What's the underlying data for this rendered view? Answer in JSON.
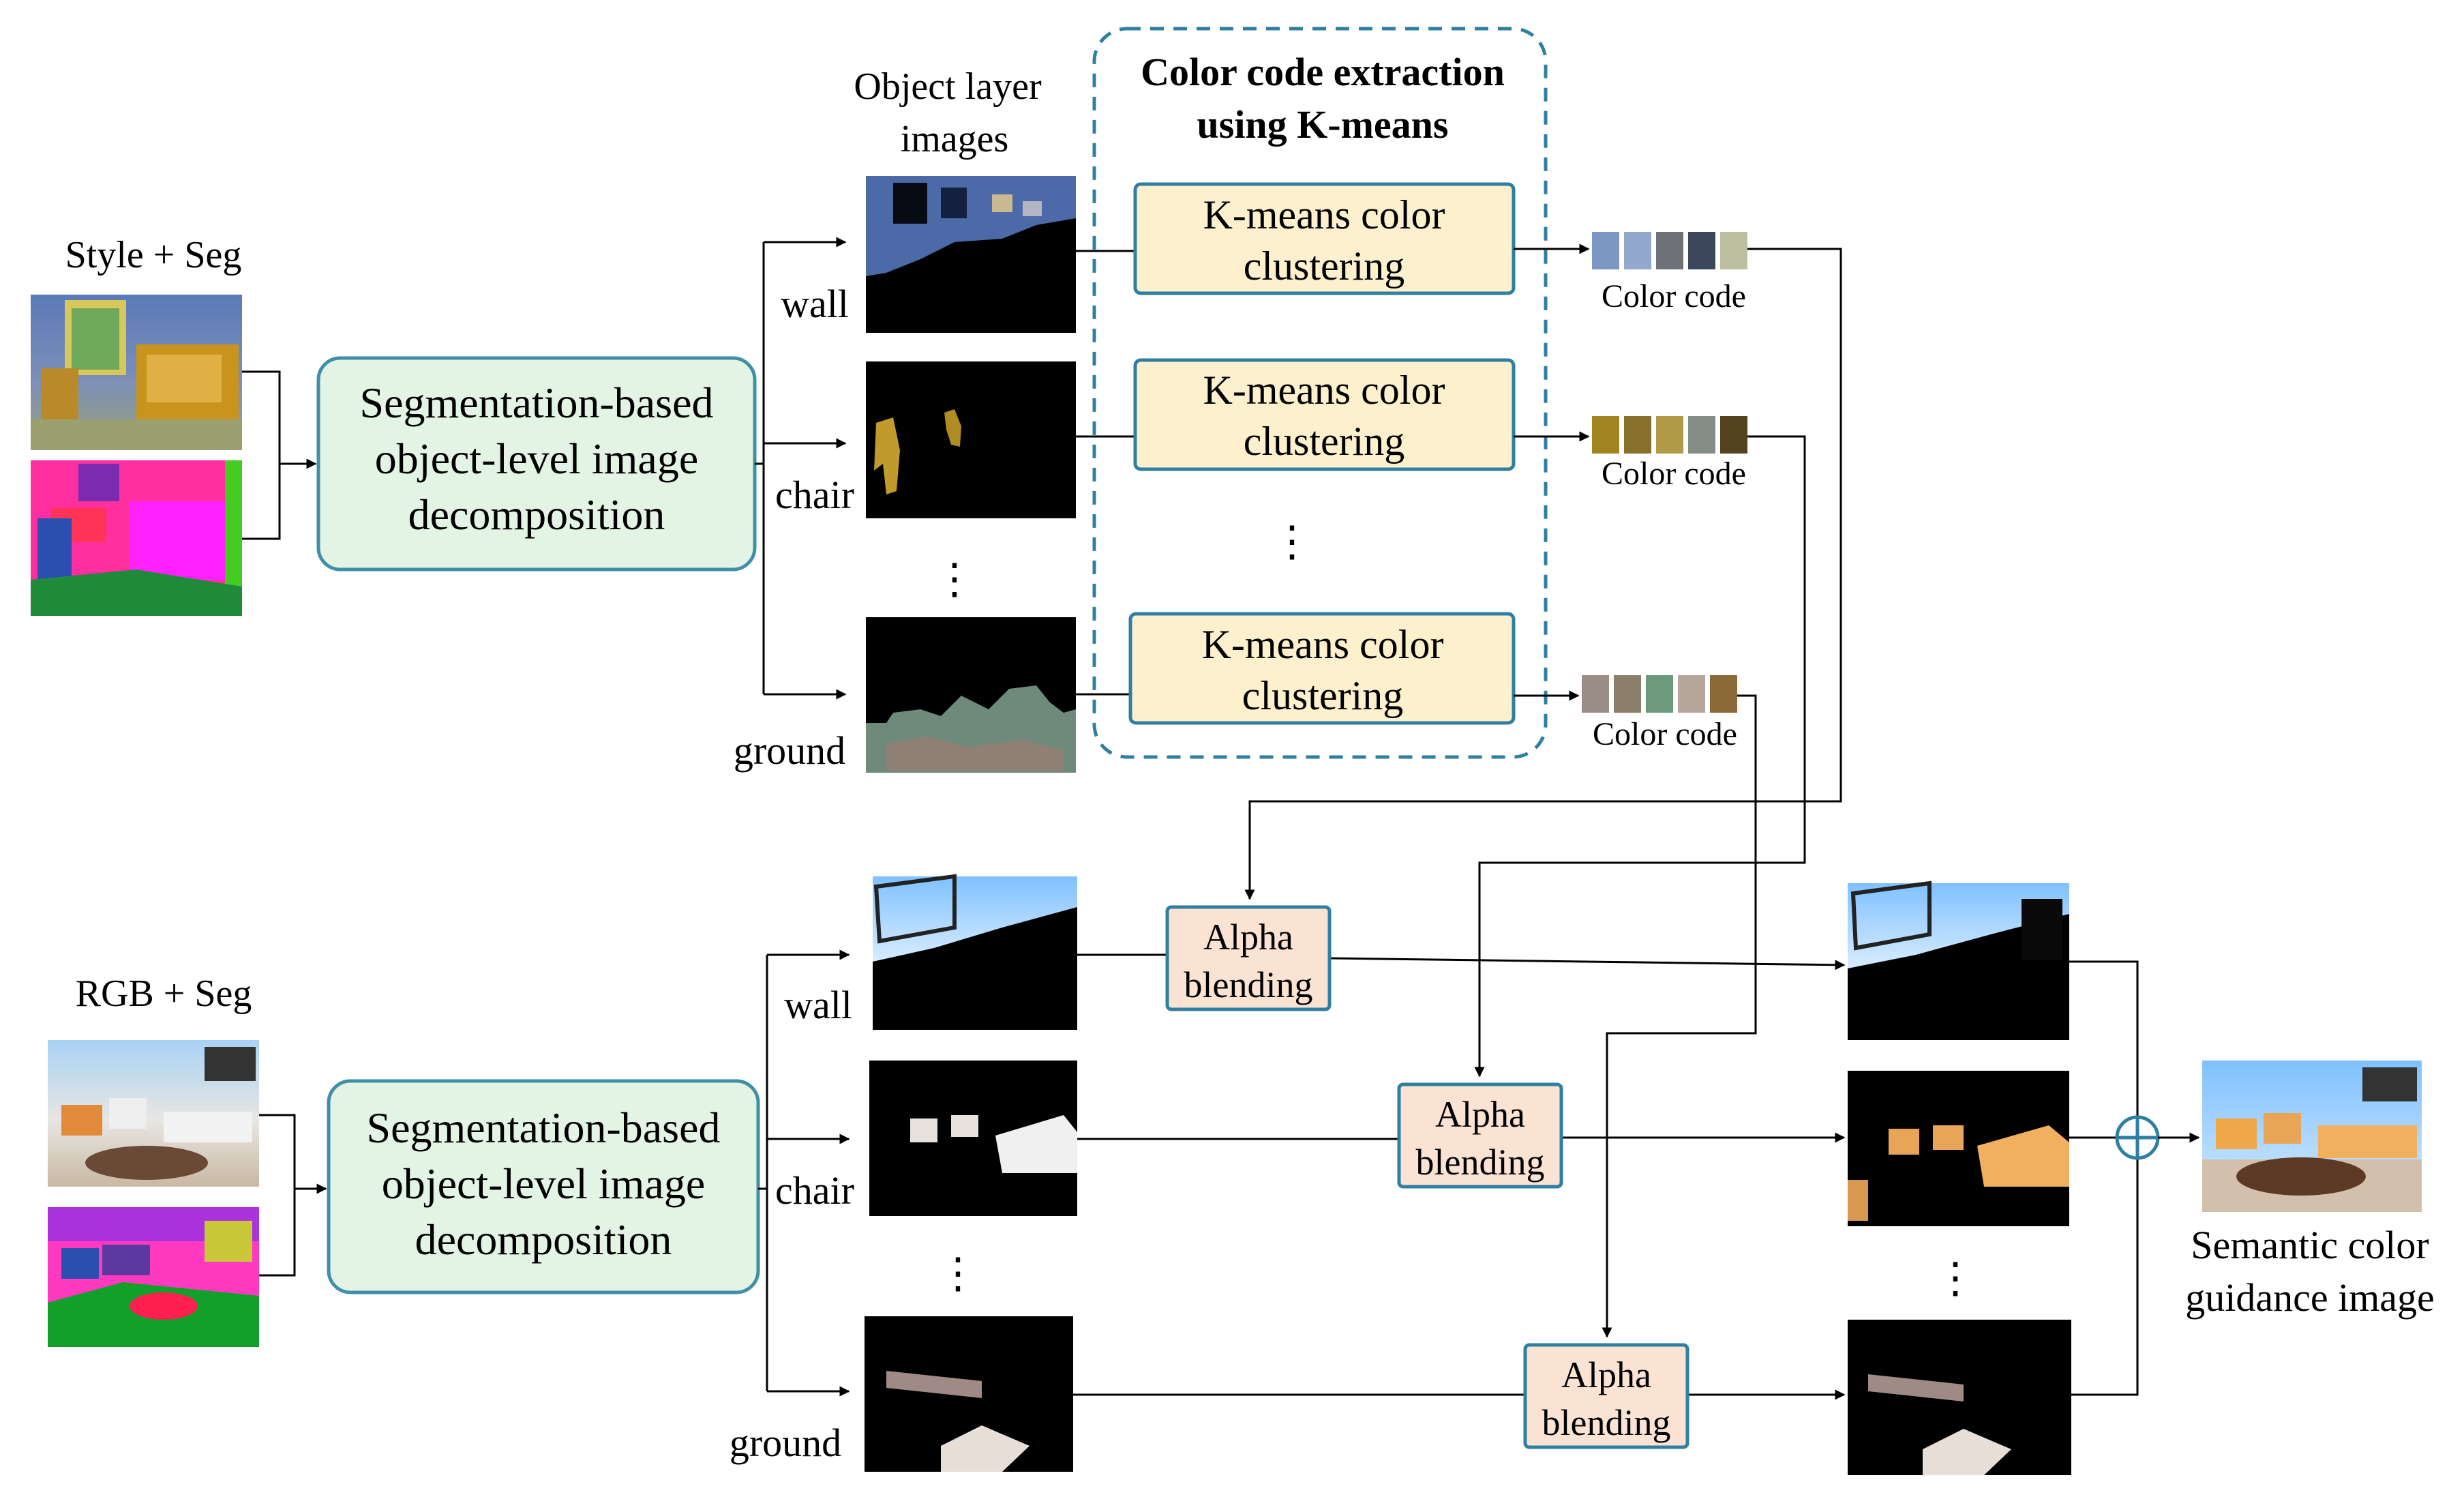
{
  "colors": {
    "decomp_fill": "#e3f3e4",
    "decomp_stroke": "#3f8fa8",
    "kmeans_fill": "#fdf0cc",
    "kmeans_stroke": "#2f7fa0",
    "alpha_fill": "#fbe3d4",
    "alpha_stroke": "#2f7fa0",
    "dashed_stroke": "#2f7fa0",
    "arrow": "#000000"
  },
  "top": {
    "input_label": "Style + Seg",
    "decomp_lines": [
      "Segmentation-based",
      "object-level image",
      "decomposition"
    ],
    "layers_title_lines": [
      "Object layer",
      "images"
    ],
    "layer_labels": [
      "wall",
      "chair",
      "ground"
    ],
    "extraction_title_lines": [
      "Color code extraction",
      "using K-means"
    ],
    "kmeans_lines": [
      "K-means color",
      "clustering"
    ],
    "color_code_label": "Color code",
    "vertical_ellipsis": "⋮",
    "palettes": [
      [
        "#7d97c4",
        "#93a8cf",
        "#6e7278",
        "#3d475c",
        "#bcbfa0"
      ],
      [
        "#a08420",
        "#86702a",
        "#b09a48",
        "#858d87",
        "#53431f"
      ],
      [
        "#9a8d85",
        "#8c7f6a",
        "#6d9a7c",
        "#b6a59a",
        "#8c6a38"
      ]
    ]
  },
  "bottom": {
    "input_label": "RGB + Seg",
    "decomp_lines": [
      "Segmentation-based",
      "object-level image",
      "decomposition"
    ],
    "layer_labels": [
      "wall",
      "chair",
      "ground"
    ],
    "alpha_lines": [
      "Alpha",
      "blending"
    ],
    "vertical_ellipsis": "⋮",
    "output_plus": "⊕",
    "output_label_lines": [
      "Semantic color",
      "guidance image"
    ]
  }
}
